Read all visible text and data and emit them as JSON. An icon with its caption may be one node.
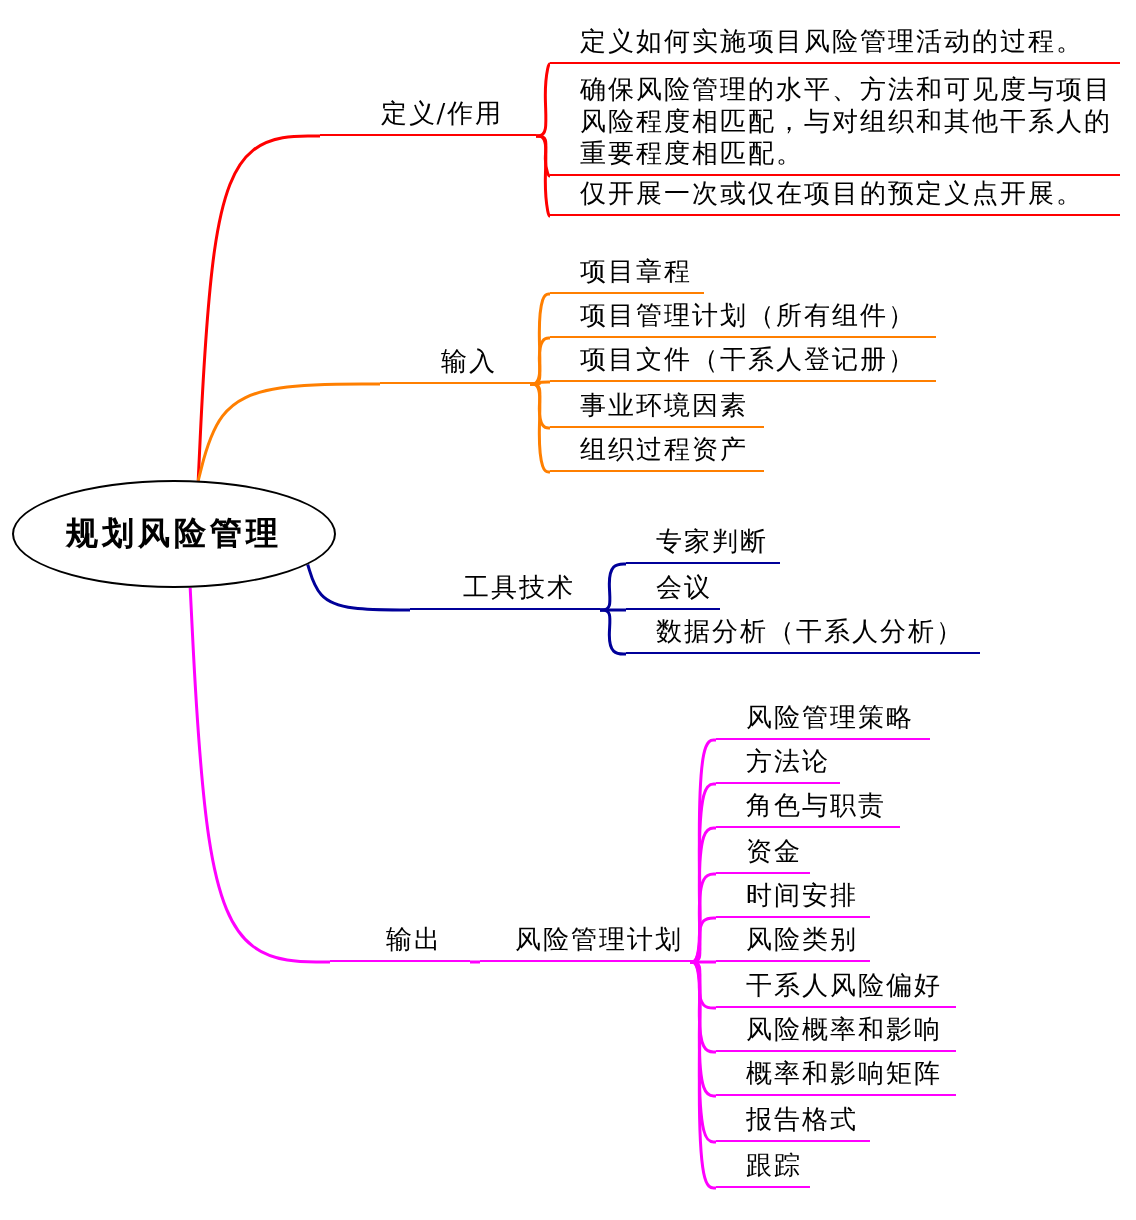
{
  "diagram": {
    "nodes": [
      {
        "text": [
          "规划风险管理"
        ]
      },
      {
        "text": [
          "定义/作用"
        ]
      },
      {
        "text": [
          "定义如何实施项目风险管理活动的过程。"
        ]
      },
      {
        "text": [
          "确保风险管理的水平、方法和可见度与项目风险程度相匹配，与对组织和其他干系人的重要程度相匹配。"
        ]
      },
      {
        "text": [
          "仅开展一次或仅在项目的预定义点开展。"
        ]
      },
      {
        "text": [
          "输入"
        ]
      },
      {
        "text": [
          "项目章程"
        ]
      },
      {
        "text": [
          "项目管理计划（所有组件）"
        ]
      },
      {
        "text": [
          "项目文件（干系人登记册）"
        ]
      },
      {
        "text": [
          "事业环境因素"
        ]
      },
      {
        "text": [
          "组织过程资产"
        ]
      },
      {
        "text": [
          "工具技术"
        ]
      },
      {
        "text": [
          "专家判断"
        ]
      },
      {
        "text": [
          "会议"
        ]
      },
      {
        "text": [
          "数据分析（干系人分析）"
        ]
      },
      {
        "text": [
          "输出"
        ]
      },
      {
        "text": [
          "风险管理计划"
        ]
      },
      {
        "text": [
          "风险管理策略"
        ]
      },
      {
        "text": [
          "方法论"
        ]
      },
      {
        "text": [
          "角色与职责"
        ]
      },
      {
        "text": [
          "资金"
        ]
      },
      {
        "text": [
          "时间安排"
        ]
      },
      {
        "text": [
          "风险类别"
        ]
      },
      {
        "text": [
          "干系人风险偏好"
        ]
      },
      {
        "text": [
          "风险概率和影响"
        ]
      },
      {
        "text": [
          "概率和影响矩阵"
        ]
      },
      {
        "text": [
          "报告格式"
        ]
      },
      {
        "text": [
          "跟踪"
        ]
      }
    ],
    "edges": [
      {
        "from": 0,
        "to": 1,
        "arrow": "none",
        "color": "#ff0000"
      },
      {
        "from": 1,
        "to": 2,
        "arrow": "none",
        "color": "#ff0000"
      },
      {
        "from": 1,
        "to": 3,
        "arrow": "none",
        "color": "#ff0000"
      },
      {
        "from": 1,
        "to": 4,
        "arrow": "none",
        "color": "#ff0000"
      },
      {
        "from": 0,
        "to": 5,
        "arrow": "none",
        "color": "#ff7f00"
      },
      {
        "from": 5,
        "to": 6,
        "arrow": "none",
        "color": "#ff7f00"
      },
      {
        "from": 5,
        "to": 7,
        "arrow": "none",
        "color": "#ff7f00"
      },
      {
        "from": 5,
        "to": 8,
        "arrow": "none",
        "color": "#ff7f00"
      },
      {
        "from": 5,
        "to": 9,
        "arrow": "none",
        "color": "#ff7f00"
      },
      {
        "from": 5,
        "to": 10,
        "arrow": "none",
        "color": "#ff7f00"
      },
      {
        "from": 0,
        "to": 11,
        "arrow": "none",
        "color": "#000099"
      },
      {
        "from": 11,
        "to": 12,
        "arrow": "none",
        "color": "#000099"
      },
      {
        "from": 11,
        "to": 13,
        "arrow": "none",
        "color": "#000099"
      },
      {
        "from": 11,
        "to": 14,
        "arrow": "none",
        "color": "#000099"
      },
      {
        "from": 0,
        "to": 15,
        "arrow": "none"
      },
      {
        "from": 15,
        "to": 16,
        "arrow": "none"
      },
      {
        "from": 16,
        "to": 17,
        "arrow": "none"
      },
      {
        "from": 16,
        "to": 18,
        "arrow": "none"
      },
      {
        "from": 16,
        "to": 19,
        "arrow": "none"
      },
      {
        "from": 16,
        "to": 20,
        "arrow": "none"
      },
      {
        "from": 16,
        "to": 21,
        "arrow": "none"
      },
      {
        "from": 16,
        "to": 22,
        "arrow": "none"
      },
      {
        "from": 16,
        "to": 23,
        "arrow": "none"
      },
      {
        "from": 16,
        "to": 24,
        "arrow": "none"
      },
      {
        "from": 16,
        "to": 25,
        "arrow": "none"
      },
      {
        "from": 16,
        "to": 26,
        "arrow": "none"
      },
      {
        "from": 16,
        "to": 27,
        "arrow": "none"
      }
    ]
  }
}
